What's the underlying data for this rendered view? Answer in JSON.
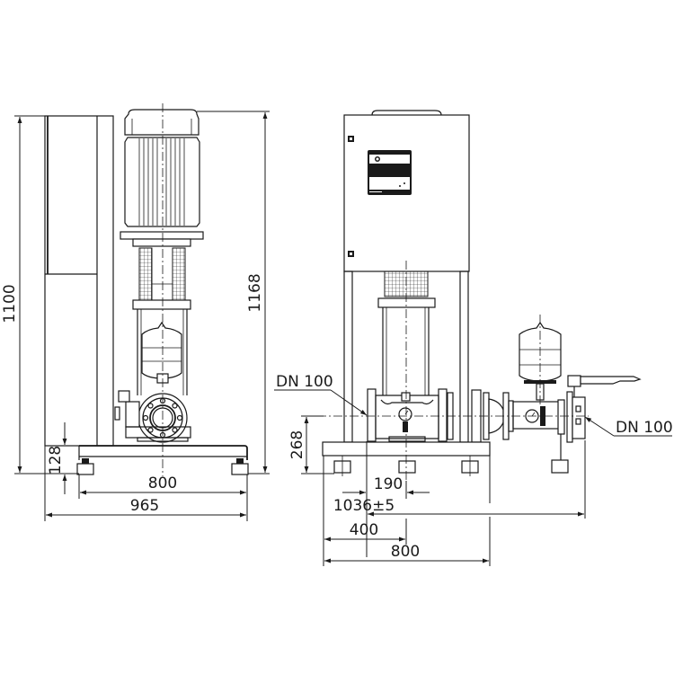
{
  "drawing": {
    "title": "Pump booster set dimensional drawing",
    "views": [
      "side-view",
      "front-view"
    ],
    "line_color": "#1a1a1a",
    "background": "#ffffff"
  },
  "side_view": {
    "dimensions": {
      "overall_height_frame": "1100",
      "overall_height_motor": "1168",
      "base_height": "128",
      "base_width": "800",
      "overall_depth": "965"
    }
  },
  "front_view": {
    "dimensions": {
      "suction_connection": "DN 100",
      "discharge_connection": "DN 100",
      "pipe_axis_height": "268",
      "offset_center": "190",
      "overall_length": "1036±5",
      "half_width": "400",
      "base_width": "800"
    }
  }
}
